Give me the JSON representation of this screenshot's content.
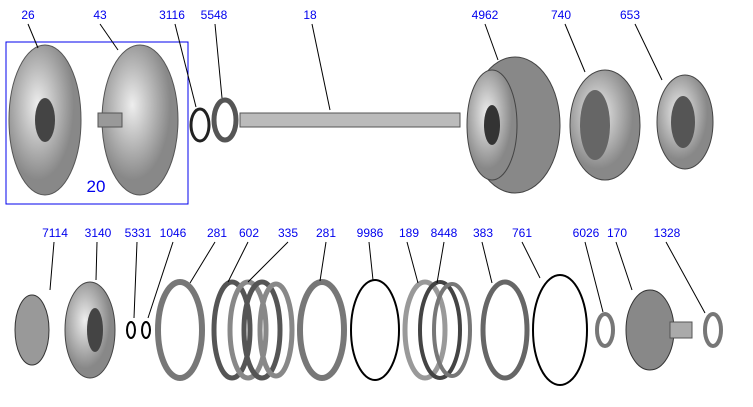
{
  "top_row": [
    "26",
    "43",
    "3116",
    "5548",
    "18",
    "4962",
    "740",
    "653"
  ],
  "assembly_label": "20",
  "bottom_row": [
    "7114",
    "3140",
    "5331",
    "1046",
    "281",
    "602",
    "335",
    "281",
    "9986",
    "189",
    "8448",
    "383",
    "761",
    "6026",
    "170",
    "1328"
  ],
  "colors": {
    "label": "#0000ee",
    "box": "#0000ee",
    "part": "#a8a8a8"
  }
}
